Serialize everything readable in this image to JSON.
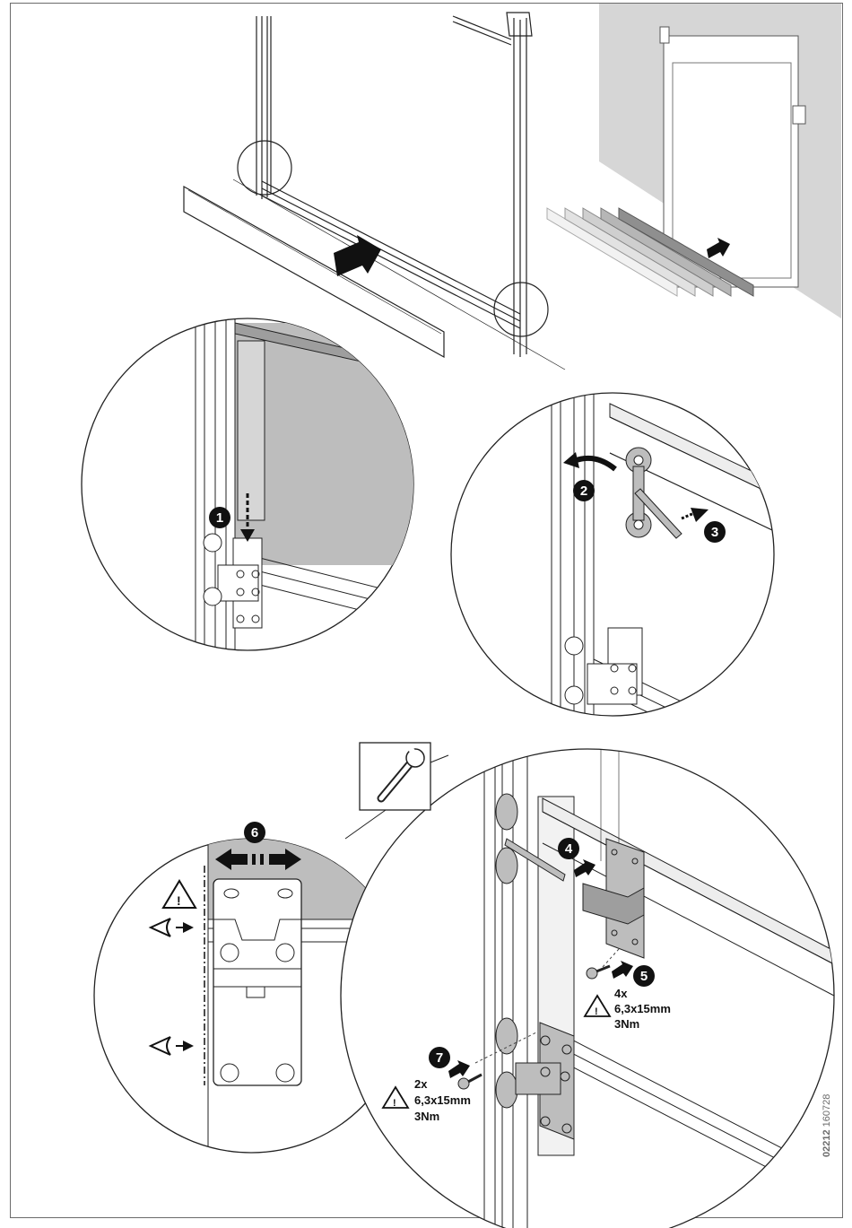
{
  "steps": [
    {
      "number": "1"
    },
    {
      "number": "2"
    },
    {
      "number": "3"
    },
    {
      "number": "4"
    },
    {
      "number": "5"
    },
    {
      "number": "6"
    },
    {
      "number": "7"
    }
  ],
  "spec_step5": {
    "qty": "4x",
    "screw": "6,3x15mm",
    "torque": "3Nm"
  },
  "spec_step7": {
    "qty": "2x",
    "screw": "6,3x15mm",
    "torque": "3Nm"
  },
  "warning_symbol": "!",
  "document_id": {
    "number": "02212",
    "date": "160728"
  },
  "colors": {
    "line": "#1a1a1a",
    "panel_gray": "#bdbdbd",
    "wall_gray": "#d6d6d6",
    "marker": "#111111"
  },
  "icons": [
    "wrench-icon",
    "eye-icon",
    "warning-icon",
    "arrow-icon",
    "screw-icon"
  ]
}
